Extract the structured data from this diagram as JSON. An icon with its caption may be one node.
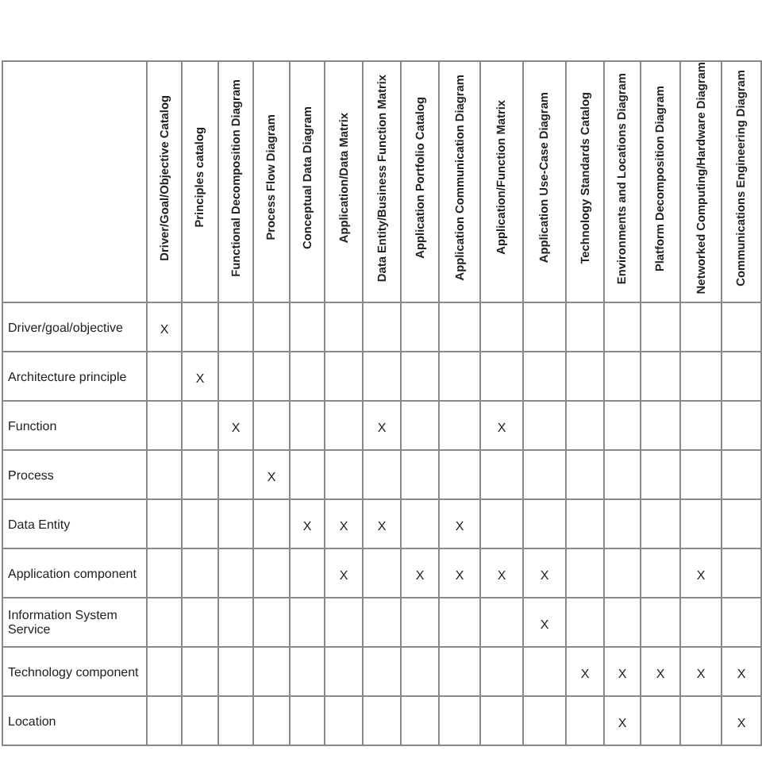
{
  "diagram": {
    "labels": [
      "Driver/Goal/Objective Catalog",
      "Principles catalog",
      "Functional Decomposition Diagram",
      "Process Flow Diagram",
      "Conceptual Data Diagram",
      "Application/Data Matrix",
      "Data Entity/Business Function Matrix",
      "Application Portfolio Catalog",
      "Application Communication Diagram",
      "Application/Function Matrix",
      "Application Use-Case Diagram",
      "Technology Standards Catalog",
      "Environments and Locations Diagram",
      "Platform Decomposition Diagram",
      "Networked Computing/Hardware Diagram",
      "Communications Engineering Diagram",
      "Driver/goal/objective",
      "X",
      "Architecture principle",
      "X",
      "Function",
      "X",
      "X",
      "X",
      "Process",
      "X",
      "Data Entity",
      "X",
      "X",
      "X",
      "X",
      "Application component",
      "X",
      "X",
      "X",
      "X",
      "X",
      "X",
      "Information System Service",
      "X",
      "Technology component",
      "X",
      "X",
      "X",
      "X",
      "X",
      "Location",
      "X",
      "X"
    ]
  }
}
